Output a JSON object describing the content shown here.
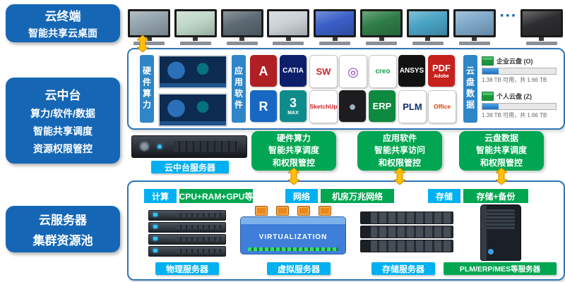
{
  "left_column": {
    "terminal": {
      "line1": "云终端",
      "line2": "智能共享云桌面"
    },
    "platform": {
      "line1": "云中台",
      "line2": "算力/软件/数据",
      "line3": "智能共享调度",
      "line4": "资源权限管控"
    },
    "pool": {
      "line1": "云服务器",
      "line2": "集群资源池"
    }
  },
  "desktops": {
    "ellipsis": "■ ■ ■",
    "screens": [
      {
        "name": "office-scene",
        "color": "#93a3ac"
      },
      {
        "name": "building-render",
        "color": "#bfd8c9"
      },
      {
        "name": "machine-photo",
        "color": "#5d6a73"
      },
      {
        "name": "cad-gear",
        "color": "#ccd2d7"
      },
      {
        "name": "simulation-rainbow",
        "color": "#3a5fc8"
      },
      {
        "name": "pcb-board",
        "color": "#2f7d47"
      },
      {
        "name": "turbine-model",
        "color": "#4aa3c4"
      },
      {
        "name": "terrain-map",
        "color": "#7ea8c9"
      },
      {
        "name": "photo-editor",
        "color": "#2d2d2f"
      }
    ]
  },
  "middle_panel": {
    "hardware_label": "硬件算力",
    "software_label": "应用软件",
    "software_icons": [
      {
        "name": "autocad",
        "label": "A",
        "bg": "#b01f24",
        "fg": "#ffffff"
      },
      {
        "name": "catia",
        "label": "CATIA",
        "bg": "#0d1f6b",
        "fg": "#ffffff"
      },
      {
        "name": "solidworks",
        "label": "SW",
        "bg": "#ffffff",
        "fg": "#d02026"
      },
      {
        "name": "coreldraw",
        "label": "◎",
        "bg": "#ffffff",
        "fg": "#8a3fb5"
      },
      {
        "name": "creo",
        "label": "creo",
        "bg": "#ffffff",
        "fg": "#16a14b"
      },
      {
        "name": "ansys",
        "label": "ANSYS",
        "bg": "#121212",
        "fg": "#ffffff"
      },
      {
        "name": "adobe-pdf",
        "label": "PDF",
        "sub": "Adobe",
        "bg": "#c6211c",
        "fg": "#ffffff"
      },
      {
        "name": "revit",
        "label": "R",
        "bg": "#1768c2",
        "fg": "#ffffff"
      },
      {
        "name": "3ds-max",
        "label": "3",
        "sub": "MAX",
        "bg": "#0e8c8c",
        "fg": "#ffffff"
      },
      {
        "name": "sketchup",
        "label": "SketchUp",
        "bg": "#ffffff",
        "fg": "#d01f26"
      },
      {
        "name": "cinema4d",
        "label": "●",
        "bg": "#1d1d1f",
        "fg": "#9fb2c4"
      },
      {
        "name": "erp",
        "label": "ERP",
        "bg": "#0d8a3f",
        "fg": "#ffffff"
      },
      {
        "name": "plm",
        "label": "PLM",
        "bg": "#ffffff",
        "fg": "#0c2f6b"
      },
      {
        "name": "office",
        "label": "Office",
        "bg": "#ffffff",
        "fg": "#d83b01"
      }
    ],
    "cloud_disk": {
      "strip_label": "云盘数据",
      "drives": [
        {
          "name": "企业云盘 (O)",
          "detail": "1.38 TB 可用，共 1.66 TB",
          "fill": 0.22
        },
        {
          "name": "个人云盘 (Z)",
          "detail": "1.38 TB 可用，共 1.66 TB",
          "fill": 0.22
        }
      ]
    }
  },
  "middle_row": {
    "server_label": "云中台服务器",
    "boxes": [
      {
        "line1": "硬件算力",
        "line2": "智能共享调度",
        "line3": "和权限管控"
      },
      {
        "line1": "应用软件",
        "line2": "智能共享访问",
        "line3": "和权限管控"
      },
      {
        "line1": "云盘数据",
        "line2": "智能共享调度",
        "line3": "和权限管控"
      }
    ]
  },
  "bottom_panel": {
    "resources": [
      {
        "tag": "计算",
        "desc": "CPU+RAM+GPU等"
      },
      {
        "tag": "网络",
        "desc": "机房万兆网络"
      },
      {
        "tag": "存储",
        "desc": "存储+备份"
      }
    ],
    "virtualization_text": "VIRTUALIZATION",
    "labels": [
      {
        "text": "物理服务器"
      },
      {
        "text": "虚拟服务器"
      },
      {
        "text": "存储服务器"
      },
      {
        "text": "PLM/ERP/MES等服务器"
      }
    ]
  },
  "colors": {
    "primary_blue": "#1567b6",
    "strip_blue": "#2e86c8",
    "cyan": "#00b0f0",
    "green": "#00a651",
    "arrow_yellow": "#ffc000",
    "panel_border": "#2e75b6"
  }
}
